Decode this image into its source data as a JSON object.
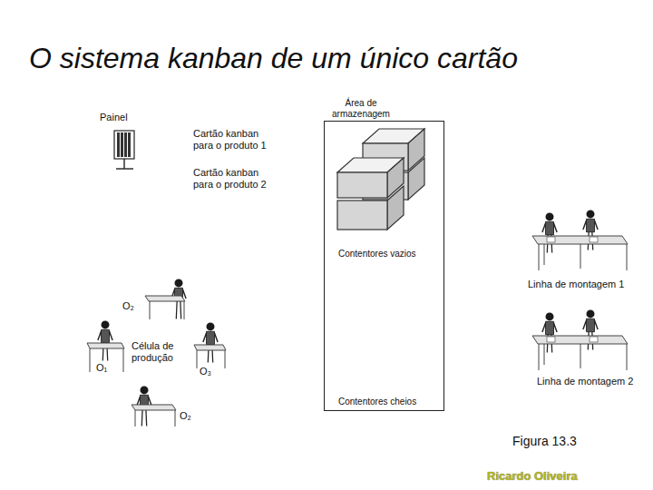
{
  "diagram": {
    "title": "O sistema kanban de um único cartão",
    "caption": "Figura 13.3",
    "nodes": [
      {
        "text": [
          "Área de armazenagem",
          "Contentores vazios",
          "Contentores cheios"
        ]
      }
    ],
    "labels": [
      "Painel",
      "Cartão kanban para o produto 1",
      "Cartão kanban para o produto 2",
      "Linha de montagem 1",
      "O₂",
      "Célula de produção",
      "O₁",
      "O₃",
      "Linha de montagem 2",
      "O₂",
      "Ricardo Oliveira"
    ]
  }
}
